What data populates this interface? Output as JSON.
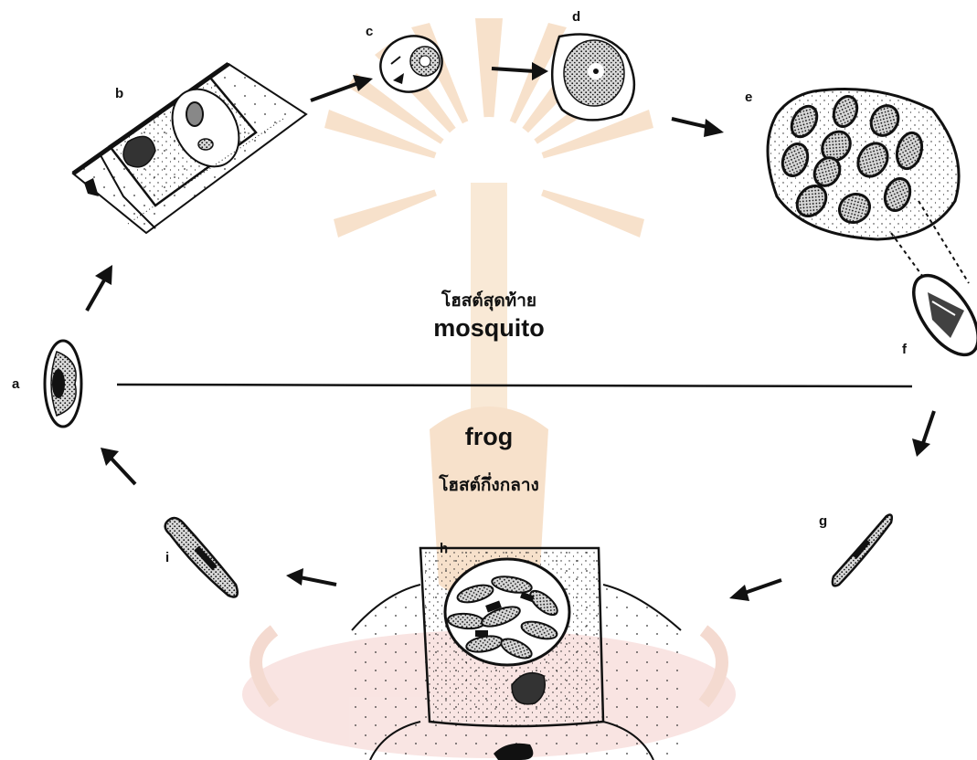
{
  "diagram": {
    "definitive_host": {
      "thai": "โฮสต์สุดท้าย",
      "english": "mosquito"
    },
    "intermediate_host": {
      "english": "frog",
      "thai": "โฮสต์กึ่งกลาง"
    },
    "stages": [
      "a",
      "b",
      "c",
      "d",
      "e",
      "f",
      "g",
      "h",
      "i"
    ],
    "colors": {
      "ink": "#111111",
      "watermark": "#f6dcc2",
      "watermark_pink": "#f8e0de"
    }
  }
}
